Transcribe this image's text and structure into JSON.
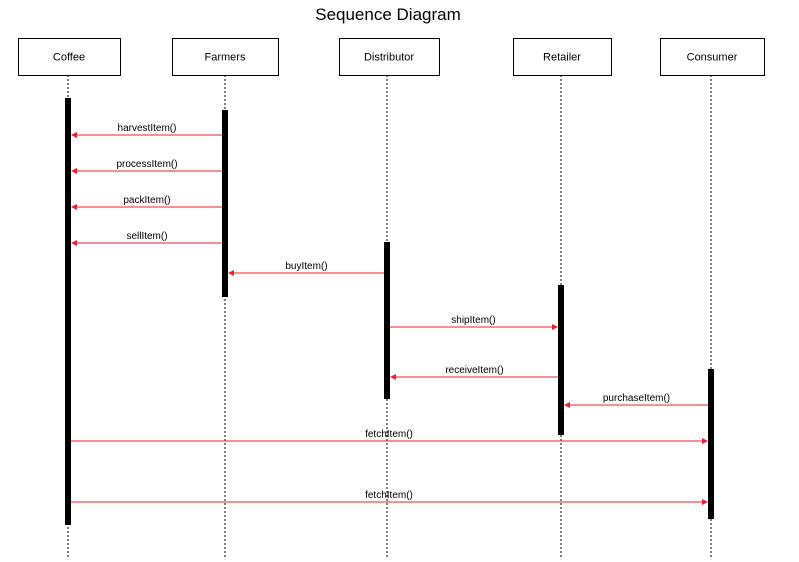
{
  "diagram": {
    "title": "Sequence Diagram",
    "colors": {
      "box_border": "#000000",
      "lifeline": "#000000",
      "activation": "#000000",
      "message": "#e8202e",
      "text": "#000000"
    },
    "participants": [
      {
        "id": "coffee",
        "label": "Coffee"
      },
      {
        "id": "farmers",
        "label": "Farmers"
      },
      {
        "id": "distributor",
        "label": "Distributor"
      },
      {
        "id": "retailer",
        "label": "Retailer"
      },
      {
        "id": "consumer",
        "label": "Consumer"
      }
    ],
    "messages": [
      {
        "label": "harvestItem()",
        "from": "farmers",
        "to": "coffee"
      },
      {
        "label": "processItem()",
        "from": "farmers",
        "to": "coffee"
      },
      {
        "label": "packItem()",
        "from": "farmers",
        "to": "coffee"
      },
      {
        "label": "sellItem()",
        "from": "farmers",
        "to": "coffee"
      },
      {
        "label": "buyItem()",
        "from": "distributor",
        "to": "farmers"
      },
      {
        "label": "shipItem()",
        "from": "distributor",
        "to": "retailer"
      },
      {
        "label": "receiveItem()",
        "from": "retailer",
        "to": "distributor"
      },
      {
        "label": "purchaseItem()",
        "from": "consumer",
        "to": "retailer"
      },
      {
        "label": "fetchItem()",
        "from": "coffee",
        "to": "consumer"
      },
      {
        "label": "fetchItem()",
        "from": "coffee",
        "to": "consumer"
      }
    ]
  }
}
